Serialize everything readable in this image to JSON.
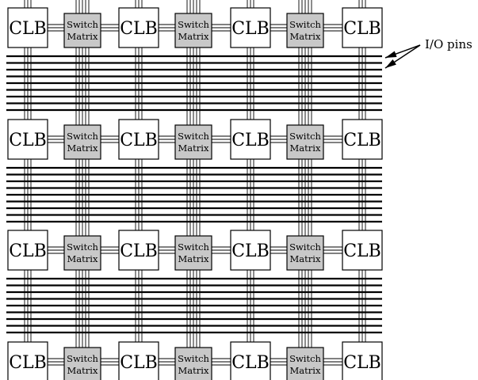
{
  "diagram": {
    "block_label": "CLB",
    "switch_label_line1": "Switch",
    "switch_label_line2": "Matrix",
    "io_label": "I/O pins",
    "colors": {
      "stroke": "#000000",
      "block_fill": "#ffffff",
      "switch_fill": "#c8c8c8",
      "background": "#ffffff"
    },
    "grid": {
      "columns": [
        "CLB",
        "Switch Matrix",
        "CLB",
        "Switch Matrix",
        "CLB",
        "Switch Matrix",
        "CLB"
      ],
      "rows": 4
    }
  }
}
